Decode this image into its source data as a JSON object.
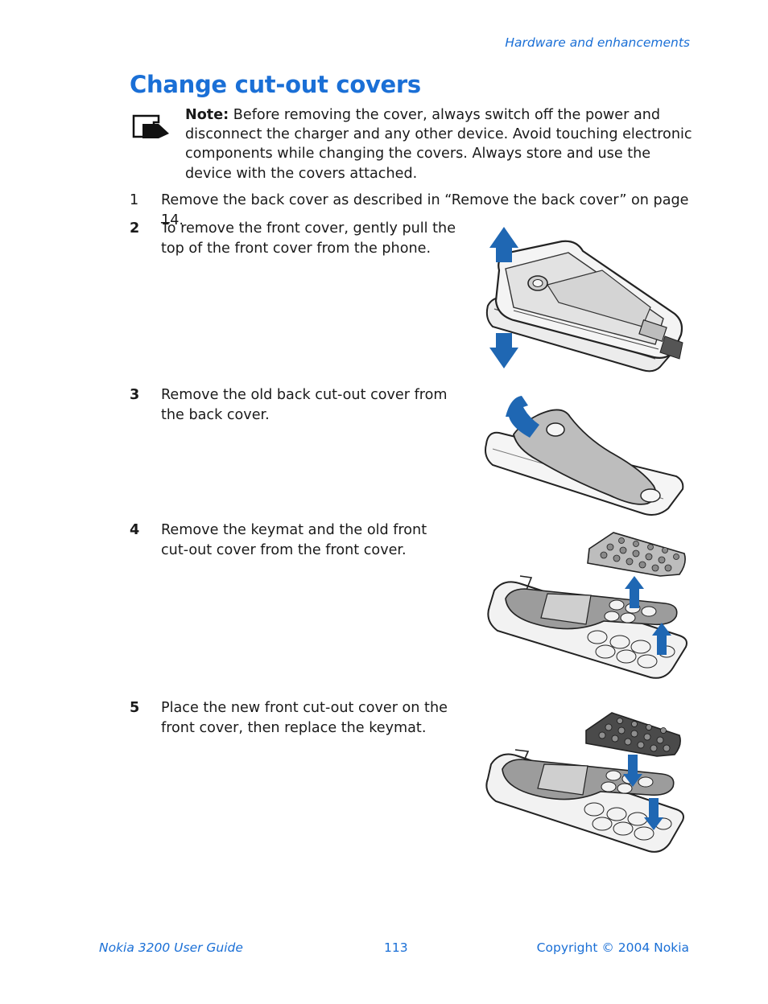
{
  "header": {
    "section": "Hardware and enhancements"
  },
  "title": "Change cut-out covers",
  "note": {
    "label": "Note:",
    "text": " Before removing the cover, always switch off the power and disconnect the charger and any other device. Avoid touching electronic components while changing the covers. Always store and use the device with the covers attached."
  },
  "steps": [
    {
      "number": "1",
      "text": "Remove the back cover as described in “Remove the back cover” on page 14."
    },
    {
      "number": "2",
      "text": "To remove the front cover, gently pull the top of the front cover from the phone."
    },
    {
      "number": "3",
      "text": "Remove the old back cut-out cover from the back cover."
    },
    {
      "number": "4",
      "text": "Remove the keymat and the old front cut-out cover from the front cover."
    },
    {
      "number": "5",
      "text": "Place the new front cut-out cover on the front cover, then replace the keymat."
    }
  ],
  "footer": {
    "guide": "Nokia 3200 User Guide",
    "page": "113",
    "copyright": "Copyright © 2004 Nokia"
  },
  "colors": {
    "accent": "#1a6fd6",
    "arrow": "#1f67b3"
  },
  "icons": [
    "note-icon",
    "phone-illustration",
    "back-cover-illustration",
    "front-cover-keymat-illustration"
  ]
}
